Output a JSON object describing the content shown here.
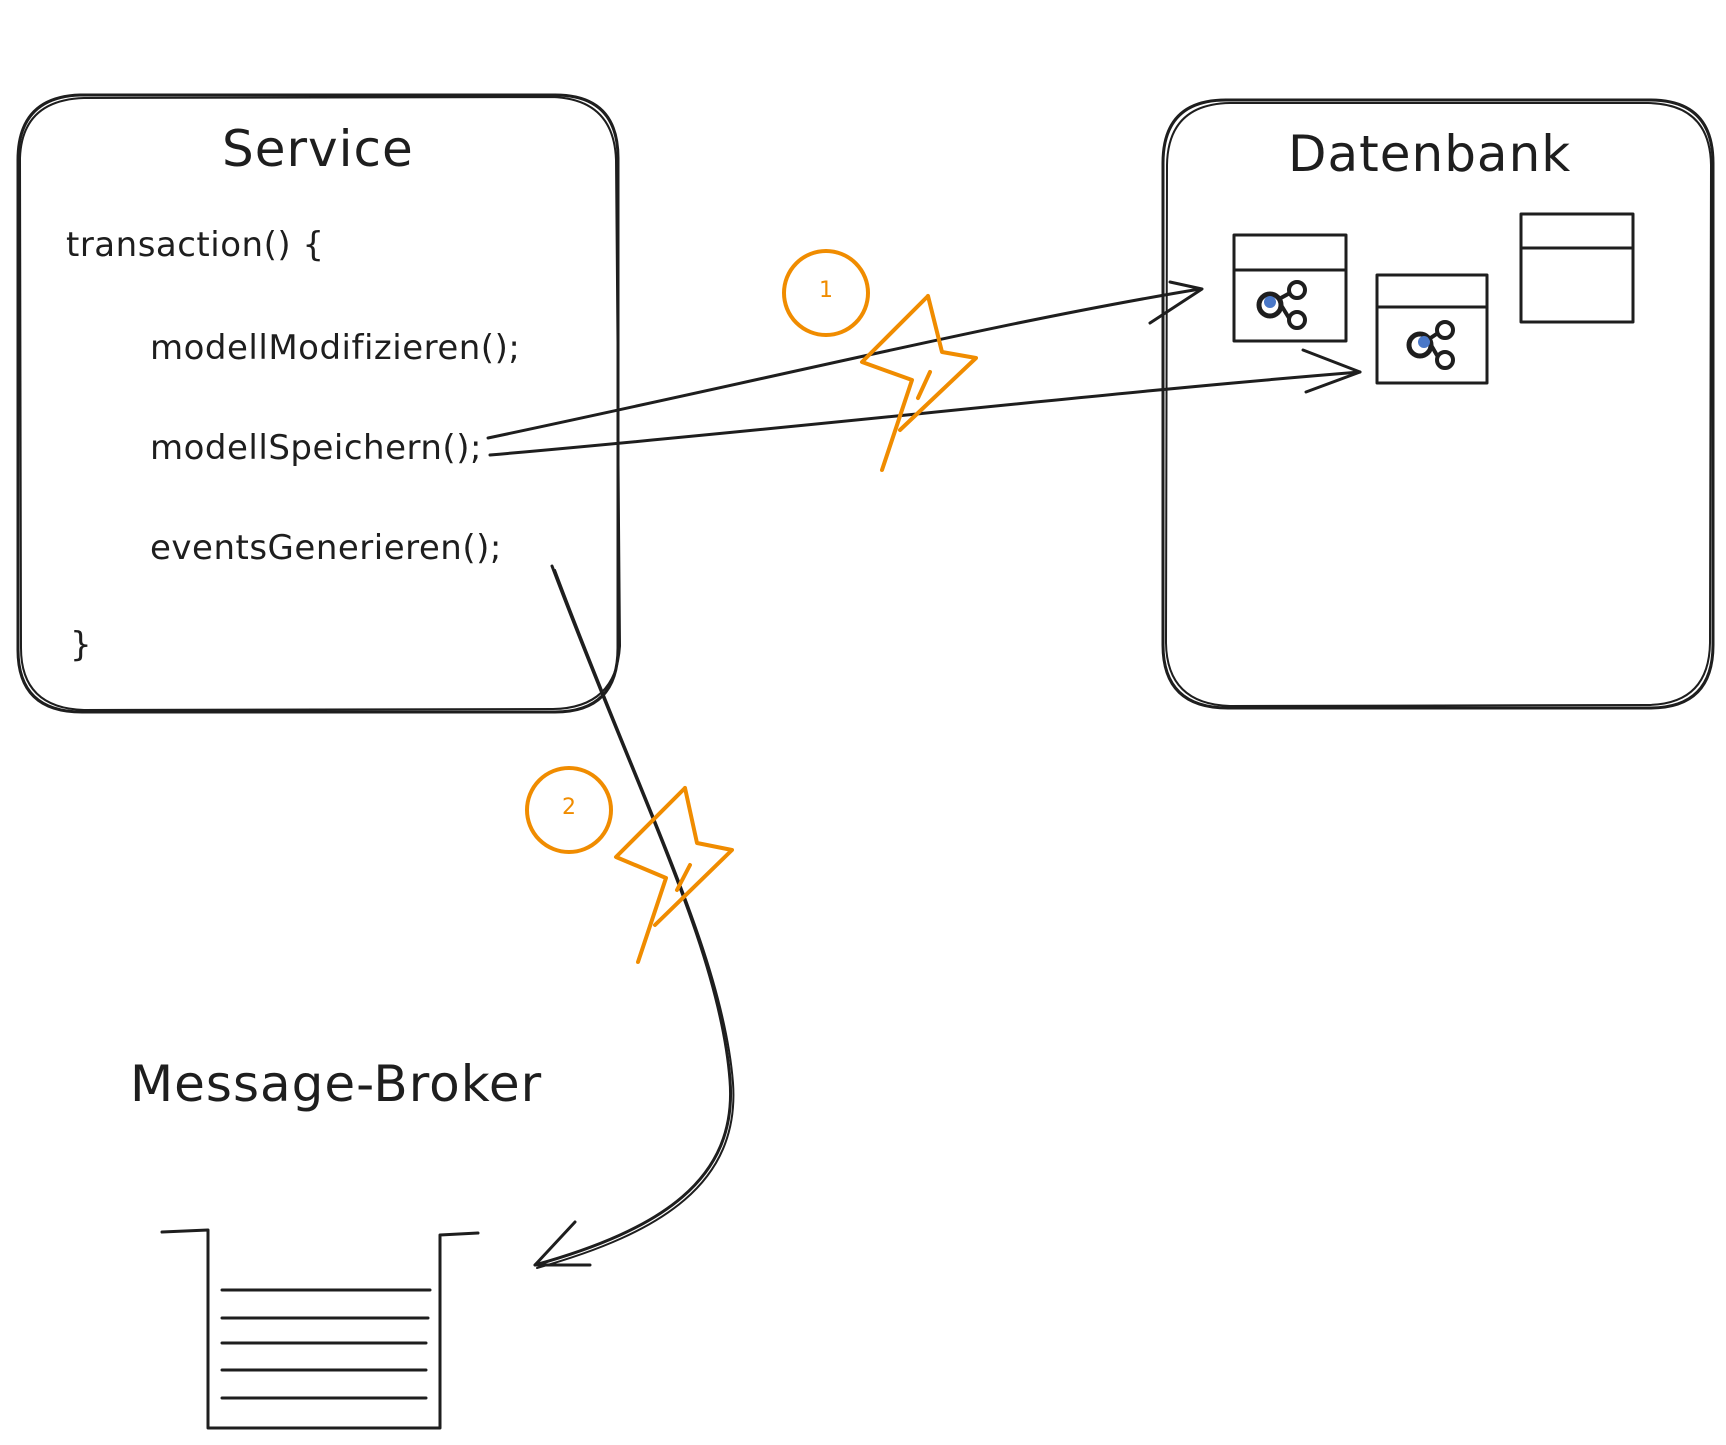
{
  "colors": {
    "ink": "#1e1e1e",
    "accent": "#f08c00",
    "node_dot": "#4a78c8",
    "background": "#ffffff"
  },
  "service": {
    "title": "Service",
    "code_lines": [
      "transaction() {",
      "modellModifizieren();",
      "modellSpeichern();",
      "eventsGenerieren();",
      "}"
    ]
  },
  "database": {
    "title": "Datenbank",
    "tables": [
      {
        "icon": "graph-nodes-icon"
      },
      {
        "icon": "graph-nodes-icon"
      },
      {
        "icon": "none"
      }
    ]
  },
  "broker": {
    "title": "Message-Broker",
    "queue_entries": 5
  },
  "failure_points": [
    {
      "step": "1",
      "icon": "lightning-icon"
    },
    {
      "step": "2",
      "icon": "lightning-icon"
    }
  ]
}
